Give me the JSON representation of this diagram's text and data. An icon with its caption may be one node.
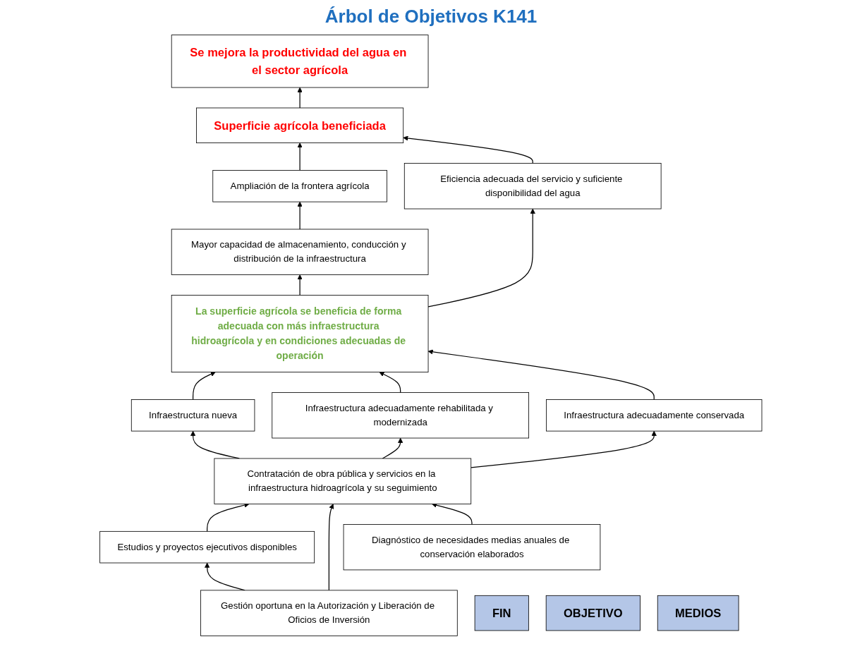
{
  "diagram": {
    "title": "Árbol de Objetivos K141",
    "nodes": [
      {
        "text": [
          "Se mejora la productividad del agua en el sector agrícola"
        ]
      },
      {
        "text": [
          "Superficie agrícola beneficiada"
        ]
      },
      {
        "text": [
          "Ampliación de la frontera agrícola"
        ]
      },
      {
        "text": [
          "Mayor capacidad de almacenamiento, conducción y distribución de la infraestructura"
        ]
      },
      {
        "text": [
          "Eficiencia adecuada del servicio y suficiente disponibilidad del agua"
        ]
      },
      {
        "text": [
          "La superficie agrícola se beneficia de forma adecuada con más infraestructura hidroagrícola y en condiciones adecuadas de operación"
        ]
      },
      {
        "text": [
          "Infraestructura nueva"
        ]
      },
      {
        "text": [
          "Infraestructura adecuadamente rehabilitada y modernizada"
        ]
      },
      {
        "text": [
          "Infraestructura adecuadamente conservada"
        ]
      },
      {
        "text": [
          "Contratación de obra pública y servicios en la infraestructura hidroagrícola y su seguimiento"
        ]
      },
      {
        "text": [
          "Estudios y proyectos ejecutivos disponibles"
        ]
      },
      {
        "text": [
          "Diagnóstico de necesidades medias anuales de conservación elaborados"
        ]
      },
      {
        "text": [
          "Gestión oportuna en la Autorización y Liberación de Oficios de Inversión"
        ]
      },
      {
        "text": [
          "FIN"
        ]
      },
      {
        "text": [
          "OBJETIVO"
        ]
      },
      {
        "text": [
          "MEDIOS"
        ]
      }
    ],
    "edges": [
      {
        "from": 1,
        "to": 0,
        "arrow": "to"
      },
      {
        "from": 2,
        "to": 1,
        "arrow": "to"
      },
      {
        "from": 4,
        "to": 1,
        "arrow": "to"
      },
      {
        "from": 3,
        "to": 2,
        "arrow": "to"
      },
      {
        "from": 5,
        "to": 3,
        "arrow": "to"
      },
      {
        "from": 5,
        "to": 4,
        "arrow": "to"
      },
      {
        "from": 6,
        "to": 5,
        "arrow": "to"
      },
      {
        "from": 7,
        "to": 5,
        "arrow": "to"
      },
      {
        "from": 8,
        "to": 5,
        "arrow": "to"
      },
      {
        "from": 9,
        "to": 6,
        "arrow": "to"
      },
      {
        "from": 9,
        "to": 7,
        "arrow": "to"
      },
      {
        "from": 9,
        "to": 8,
        "arrow": "to"
      },
      {
        "from": 10,
        "to": 9,
        "arrow": "to"
      },
      {
        "from": 12,
        "to": 9,
        "arrow": "to"
      },
      {
        "from": 11,
        "to": 9,
        "arrow": "to"
      },
      {
        "from": 12,
        "to": 10,
        "arrow": "to"
      }
    ]
  }
}
